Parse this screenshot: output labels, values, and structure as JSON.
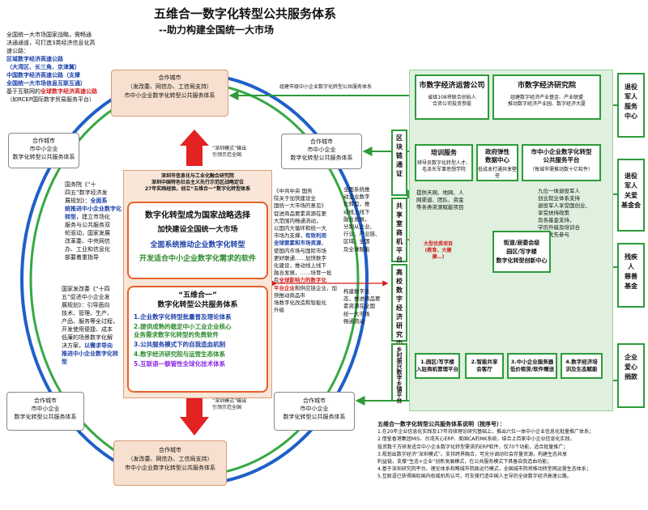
{
  "title": "五维合一数字化转型公共服务体系",
  "subtitle": "--助力构建全国统一大市场",
  "top_left_note": {
    "lines": "全国统一大市场国家战略，需畅通\n决通通道，可打造3类经济信息化高\n速公路：",
    "blue1": "区域数字经济高速公路\n（大湾区、长三角、京津冀）",
    "blue2": "中国数字经济高速公路（支撑\n全国统一大市场信息互联互通）",
    "tail": "基于互联网的",
    "red": "全球数字经济高速公路",
    "tail2": "（如RCEP国际数字贸易服务平台）"
  },
  "cities": {
    "top": "合作城市\n（发改委、网信办、工信局支持）\n市中小企业数字化转型公共服务体系",
    "left": "合作城市\n市中小企业\n数字化转型公共服务体系",
    "right": "合作城市\n市中小企业\n数字化转型公共服务体系",
    "bottom_left": "合作城市\n市中小企业\n数字化转型公共服务体系",
    "bottom_right": "合作城市\n市中小企业\n数字化转型公共服务体系",
    "bottom": "合作城市\n（发改委、网信办、工信局支持）\n市中小企业数字化转型公共服务体系"
  },
  "arrow_notes": {
    "top": "“深圳模式”输出\n引领示范全国",
    "bottom": "“深圳模式”输出\n引领示范全国",
    "top_right": "组建市级中小企业数字化转型公共服务体系"
  },
  "left_text_1": {
    "a": "国务院《“十\n四五”数字经济发\n展规划》：",
    "blue": "全面系\n统推进中小企业数字化\n转型",
    "b": "，建立市场化\n服务与公共服务双\n轮驱动",
    "c": "，国家发展\n改革委、中央网信\n办、工业和信息化\n部要着重指导"
  },
  "left_text_2": {
    "a": "国家发改委《“十四\n五”促进中小企业发\n展规划》：引导面向\n技术、管理、生产、\n产品、服务等全过程，\n开发使用便捷、成本\n低廉的场景数字化解\n决方案，",
    "blue": "以需求导向\n推进中小企业数字化转型"
  },
  "center": {
    "header": "深圳市信息化与工业化融合研究院\n深圳中国特色社会主义先行示范区战略定位\n27年实践经验，创立“五维合一”数字化转型体系",
    "inner1_title": "数字化转型成为国家战略选择",
    "inner1_sub": "加快建设全国统一大市场",
    "inner1_blue": "全面系统推动企业数字化转型",
    "inner1_green": "开发适合中小企业数字化需求的软件",
    "inner2_title": "“五维合一”\n数字化转型公共服务体系",
    "items": [
      "1.企业数字化转型批量普及理论体系",
      "2.提供成熟的稳定中小工业企业核心\n业务需求数字化转型的免费软件",
      "3.公共服务模式下的自我造血机制",
      "4.数字经济研究院与运营生态体系",
      "5.互联语一额管性全球化技术体系"
    ]
  },
  "right_mid_text": {
    "a": "《中共中央 国务\n院关于加快建设全\n国统一大市场的意见》\n促进商品要素资源在更\n大范围内畅通流动，\n以国内大循环和统一大\n市场为支撑，",
    "blue": "有效利用\n全球要素和市场资源",
    "b": "，\n使国内市场与国际市场\n更好联通……加快数字\n化建设，推动线上线下\n融合发展，……培育一批\n有",
    "red": "全球影响力的数字化\n平台企业",
    "c": "和供应链企业，加快推动商品市\n场数字化改造和智能化\n升级"
  },
  "right_mid_text2": "全面系统推\n动企业数字\n化转型，推\n动线上线下\n融合发展，\n分别从企业、\n行业、产业链、\n区域、全国\n及全球赋能",
  "right_mid_text3": "构建数字生\n态，推进商品要\n素资源在全国\n统一大市场\n畅通流动",
  "vertical_left": [
    "区\n块\n链\n通\n证\n",
    "共\n享\n室\n商\n机\n平\n台",
    "高\n校\n数\n字\n经\n济\n研\n究\n中\n心",
    "乡\n村\n振\n兴\n数\n字\n乡\n镇\n平\n台"
  ],
  "vertical_right": [
    "退役\n军人\n服务\n中心",
    "退役\n军人\n关爱\n基金会",
    "残疾\n人\n慈善\n基金",
    "企业\n爱心\n捐款"
  ],
  "green_area": {
    "op_company_title": "市数字经济运营公司",
    "op_company_sub": "省级108将联合创始人\n合资公司投资参股",
    "inst_title": "市数字经济研究院",
    "inst_sub": "组建数字经济产业基金、产业联盟\n推动数字经济产业园、数字经济大厦",
    "training_title": "培训服务",
    "training_sub": "辨导员数字化转型人才、\n毛泽东军事思想学院",
    "gov_title": "政府弹性\n数据中心",
    "gov_sub": "低成本打通共享壁垒",
    "center_title": "市中小企业数字化转型\n公共服务平台",
    "center_sub": "（每城市需推动数十亿软件）",
    "desc_left": "提供天网、地网、人\n网渠道、团队、资金\n等各类资源赋能项目",
    "desc_right": "九位一体退役军人\n创业就业体系支持\n退役军人享受国创业、\n享受扶持政策\n及各基金支持，\n学历升级及培训合\n格后优先参与",
    "star": "大型优质项目\n(教育、大健康…)",
    "street": "街道/居委会级\n园区/写字楼\n数字化转型创新中心",
    "bottom_items": [
      "1.园区/写字楼\n入驻商机管理平台",
      "2.智能共享\n会客厅",
      "3.中小企业服务器\n低价租赁/软件赠送",
      "4.数字经济培\n训及生态赋能"
    ]
  },
  "notes": {
    "heading": "五维合一数字化转型公共服务体系说明（按序号）：",
    "lines": [
      "1.在20年企业信息化实践及17年持续理论研究基础上，推出六位一体中小企业信息化批量推广体系；",
      "2.借鉴香港集团MIS、台湾天心ERP、美国CA的MK系统，结合上百家中小企业信息化实践，\n投资数千万研发适合中小企业数字化转型需求的ERP软件，仅70个功能，适合批量推广；",
      "3.规划出数字经济“深圳模式”。支持跨界融合，可充分调动社会存量资源，构建生态共享\n利益链，支撑“生态+企业”创新发展模式，在公共服务模式下具备自我造血功能；",
      "4.基于深圳研究院平台、理论体系和略城市院政运行模式，全国城市院将推动转型网运营生态体系；",
      "5.互联语已获得国际国内权威机构认可，可支撑打造中国人主导的全球数字经济高速公路。"
    ]
  }
}
